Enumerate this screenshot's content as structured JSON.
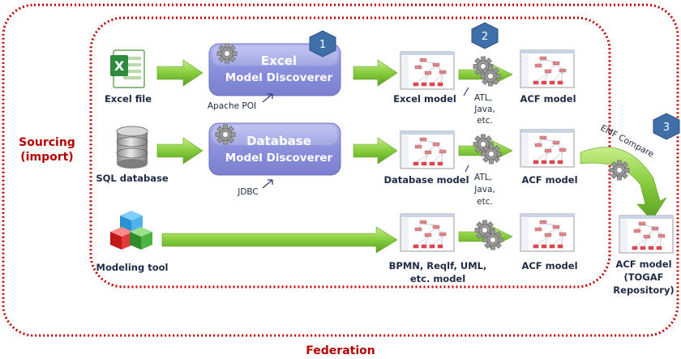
{
  "federation_label": "Federation",
  "sourcing": {
    "line1": "Sourcing",
    "line2": "(import)"
  },
  "rows": [
    {
      "source_label": "Excel file",
      "discoverer": {
        "line1": "Excel",
        "line2": "Model Discoverer",
        "lib": "Apache POI"
      },
      "model_label": "Excel model",
      "transform": [
        "ATL,",
        "Java,",
        "etc."
      ],
      "acf_label": "ACF model"
    },
    {
      "source_label": "SQL database",
      "discoverer": {
        "line1": "Database",
        "line2": "Model Discoverer",
        "lib": "JDBC"
      },
      "model_label": "Database model",
      "transform": [
        "ATL,",
        "Java,",
        "etc."
      ],
      "acf_label": "ACF model"
    },
    {
      "source_label": "Modeling tool",
      "model_label_lines": [
        "BPMN, Reqlf, UML,",
        "etc. model"
      ],
      "acf_label": "ACF model"
    }
  ],
  "steps": [
    "1",
    "2",
    "3"
  ],
  "compare_label": "EMF Compare",
  "final": {
    "lines": [
      "ACF model",
      "(TOGAF",
      "Repository)"
    ]
  },
  "colors": {
    "federation_border": "#c00000",
    "box": "#8a8ed8",
    "arrow": "#7cc43a",
    "badge": "#3f6fa8"
  }
}
